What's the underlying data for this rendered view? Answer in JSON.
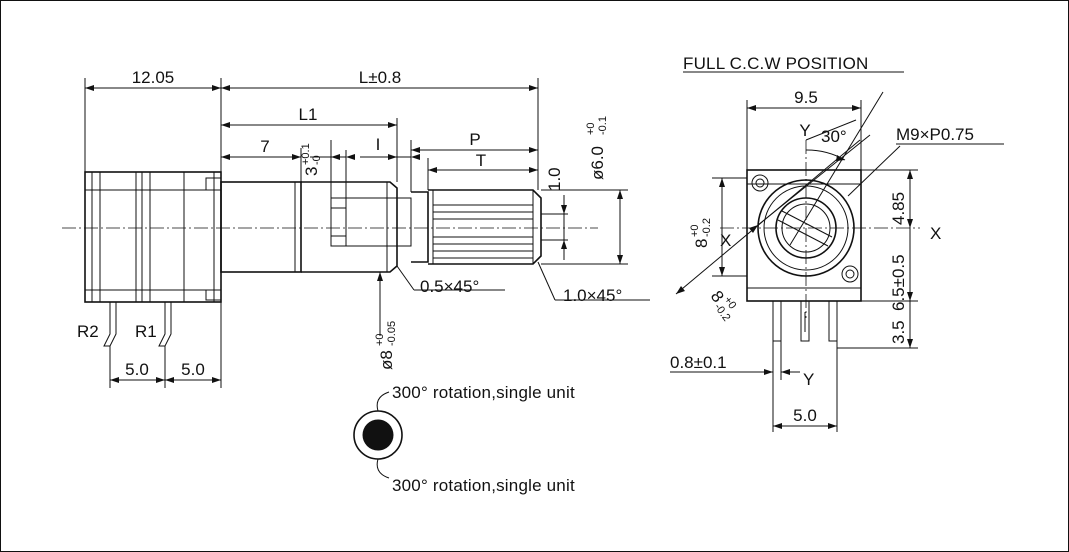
{
  "labels": {
    "width_body": "12.05",
    "length_total": "L±0.8",
    "length_l1": "L1",
    "length_7": "7",
    "tol_3": "3",
    "tol_3_up": "+0.1",
    "tol_3_dn": "-0",
    "length_i": "I",
    "length_p": "P",
    "length_t": "T",
    "dia_shaft": "ø6.0",
    "dia_shaft_up": "+0",
    "dia_shaft_dn": "-0.1",
    "flat_1": "1.0",
    "chamfer_05": "0.5×45°",
    "chamfer_10": "1.0×45°",
    "dia_bush": "ø8",
    "dia_bush_up": "+0",
    "dia_bush_dn": "-0.05",
    "pin_r2": "R2",
    "pin_r1": "R1",
    "pitch_a": "5.0",
    "pitch_b": "5.0",
    "rotation_top": "300°  rotation,single unit",
    "rotation_bottom": "300°  rotation,single unit",
    "full_ccw": "FULL C.C.W  POSITION",
    "width_front": "9.5",
    "axis_y_top": "Y",
    "angle_30": "30°",
    "thread": "M9×P0.75",
    "height_485": "4.85",
    "height_8": "8",
    "height_8_up": "+0",
    "height_8_dn": "-0.2",
    "axis_x_left": "X",
    "axis_x_right": "X",
    "height_65": "6.5±0.5",
    "diag_8": "8",
    "diag_8_up": "+0",
    "diag_8_dn": "-0.2",
    "height_35": "3.5",
    "pin_width": "0.8±0.1",
    "axis_y_bottom": "Y",
    "pin_pitch_front": "5.0"
  }
}
